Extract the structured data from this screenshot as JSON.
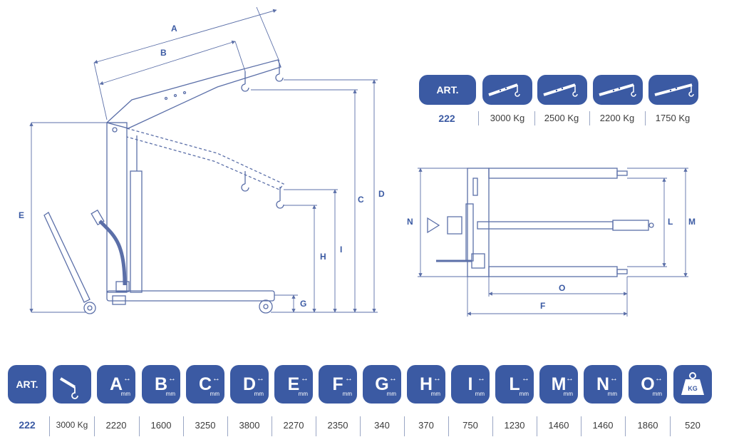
{
  "drawing": {
    "side_labels": {
      "A": "A",
      "B": "B",
      "C": "C",
      "D": "D",
      "E": "E",
      "G": "G",
      "H": "H",
      "I": "I"
    },
    "top_labels": {
      "F": "F",
      "O": "O",
      "L": "L",
      "M": "M",
      "N": "N"
    }
  },
  "capacity_table": {
    "art_label": "ART.",
    "art_value": "222",
    "icons": [
      "crane-arm-position-1-icon",
      "crane-arm-position-2-icon",
      "crane-arm-position-3-icon",
      "crane-arm-position-4-icon"
    ],
    "capacities": [
      "3000 Kg",
      "2500 Kg",
      "2200 Kg",
      "1750 Kg"
    ]
  },
  "spec_table": {
    "art_label": "ART.",
    "unit": "mm",
    "weight_label": "KG",
    "headers": [
      "A",
      "B",
      "C",
      "D",
      "E",
      "F",
      "G",
      "H",
      "I",
      "L",
      "M",
      "N",
      "O"
    ],
    "values": {
      "art": "222",
      "capacity": "3000 Kg",
      "dims": [
        "2220",
        "1600",
        "3250",
        "3800",
        "2270",
        "2350",
        "340",
        "370",
        "750",
        "1230",
        "1460",
        "1460",
        "1860"
      ],
      "weight": "520"
    }
  },
  "colors": {
    "accent": "#3b5aa3",
    "line": "#5b6fa8"
  }
}
